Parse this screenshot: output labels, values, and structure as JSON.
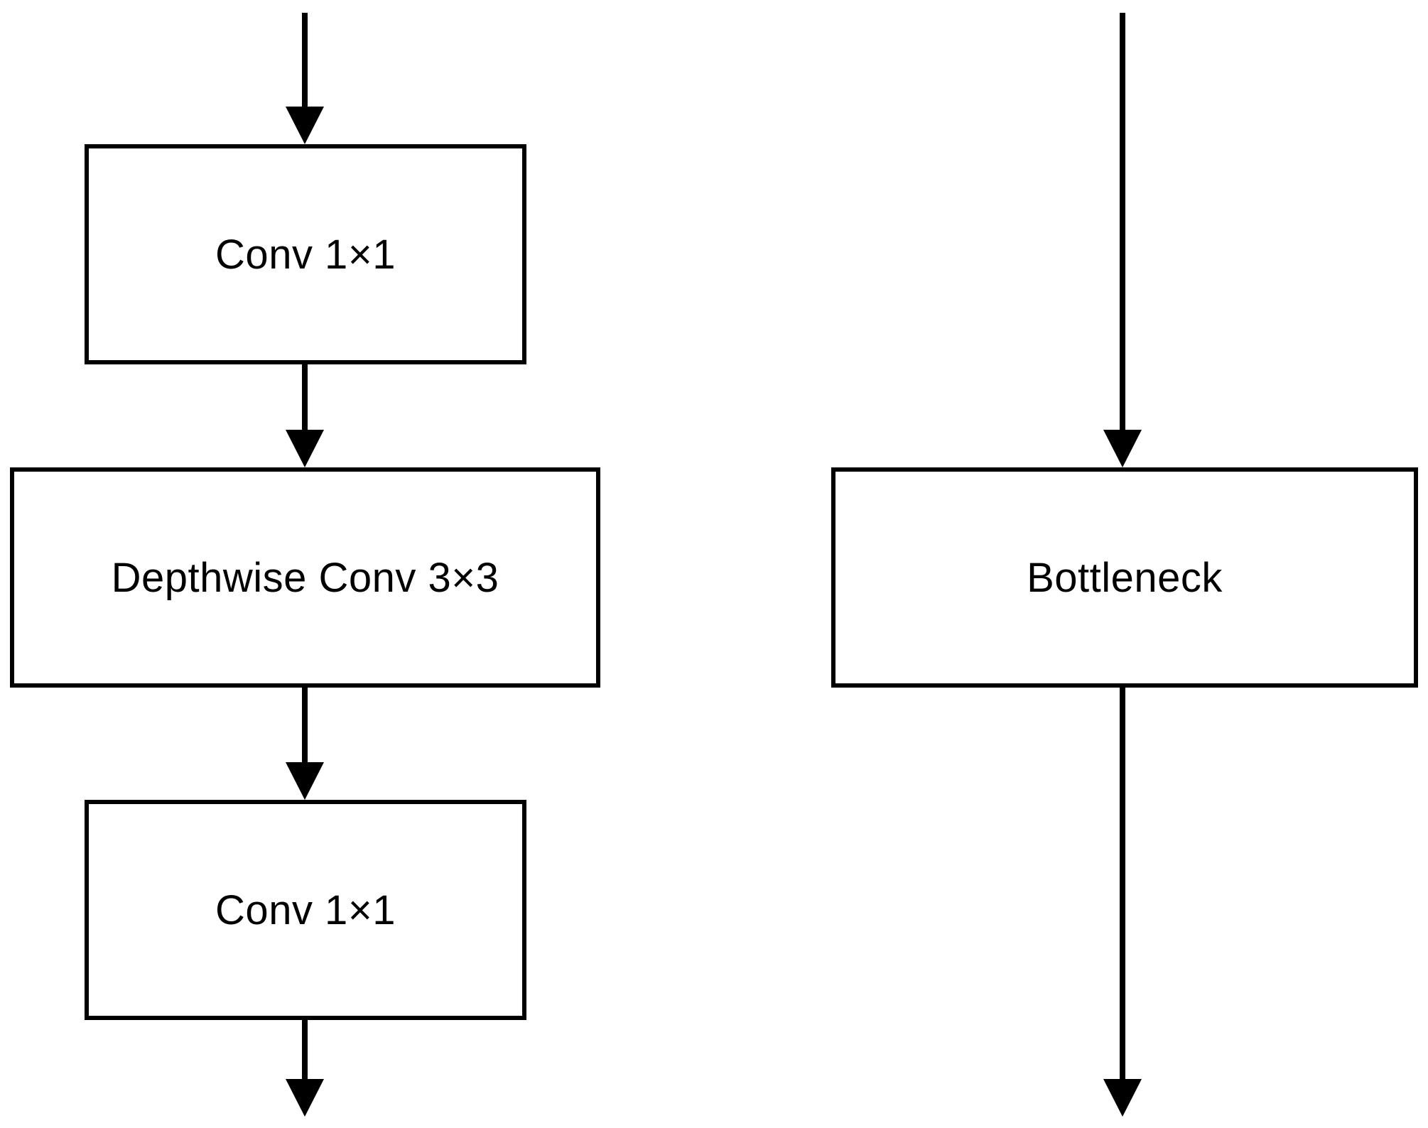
{
  "figure": {
    "colors": {
      "line": "#000000",
      "background": "#ffffff",
      "text": "#000000"
    },
    "left_branch": {
      "blocks": [
        {
          "label": "Conv 1×1"
        },
        {
          "label": "Depthwise Conv 3×3"
        },
        {
          "label": "Conv 1×1"
        }
      ]
    },
    "right_branch": {
      "blocks": [
        {
          "label": "Bottleneck"
        }
      ]
    }
  }
}
